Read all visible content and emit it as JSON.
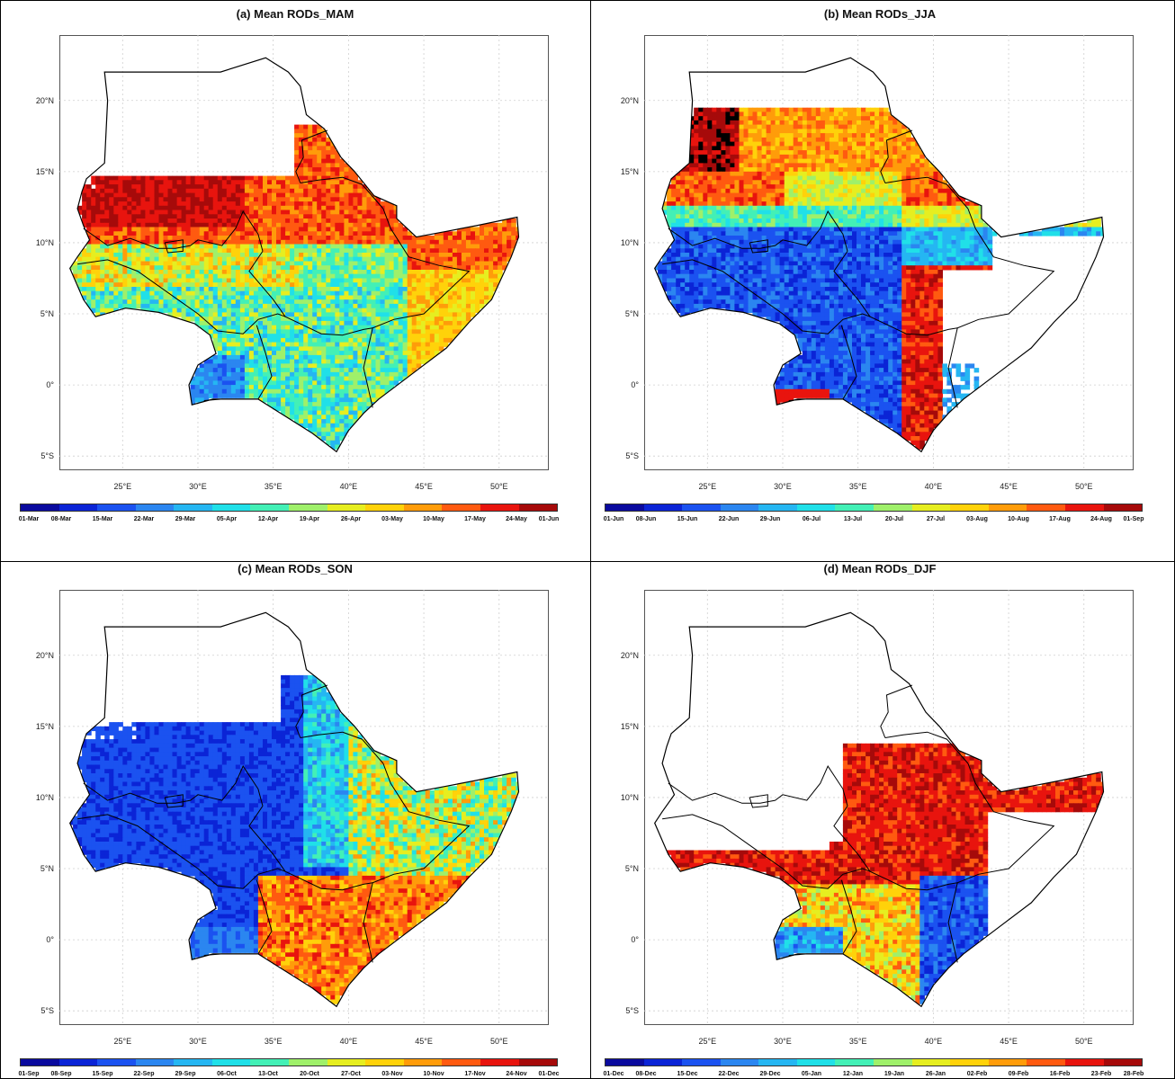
{
  "panels": [
    {
      "title": "(a)  Mean RODs_MAM",
      "ticks": [
        "01-Mar",
        "08-Mar",
        "15-Mar",
        "22-Mar",
        "29-Mar",
        "05-Apr",
        "12-Apr",
        "19-Apr",
        "26-Apr",
        "03-May",
        "10-May",
        "17-May",
        "24-May",
        "01-Jun"
      ]
    },
    {
      "title": "(b)  Mean RODs_JJA",
      "ticks": [
        "01-Jun",
        "08-Jun",
        "15-Jun",
        "22-Jun",
        "29-Jun",
        "06-Jul",
        "13-Jul",
        "20-Jul",
        "27-Jul",
        "03-Aug",
        "10-Aug",
        "17-Aug",
        "24-Aug",
        "01-Sep"
      ]
    },
    {
      "title": "(c)  Mean RODs_SON",
      "ticks": [
        "01-Sep",
        "08-Sep",
        "15-Sep",
        "22-Sep",
        "29-Sep",
        "06-Oct",
        "13-Oct",
        "20-Oct",
        "27-Oct",
        "03-Nov",
        "10-Nov",
        "17-Nov",
        "24-Nov",
        "01-Dec"
      ]
    },
    {
      "title": "(d)  Mean RODs_DJF",
      "ticks": [
        "01-Dec",
        "08-Dec",
        "15-Dec",
        "22-Dec",
        "29-Dec",
        "05-Jan",
        "12-Jan",
        "19-Jan",
        "26-Jan",
        "02-Feb",
        "09-Feb",
        "16-Feb",
        "23-Feb",
        "28-Feb"
      ]
    }
  ],
  "lat_labels": [
    "20°N",
    "15°N",
    "10°N",
    "5°N",
    "0°",
    "5°S"
  ],
  "lon_labels": [
    "25°E",
    "30°E",
    "35°E",
    "40°E",
    "45°E",
    "50°E"
  ],
  "colors": {
    "scale": [
      "#0a0a9e",
      "#0b24d6",
      "#1b52f0",
      "#2b86f0",
      "#25b6f2",
      "#20e0e8",
      "#43f0b6",
      "#9ff06a",
      "#e6ee20",
      "#ffd20a",
      "#ff9c0a",
      "#ff5a10",
      "#e8140e",
      "#a60a0a"
    ],
    "border": "#000000"
  }
}
